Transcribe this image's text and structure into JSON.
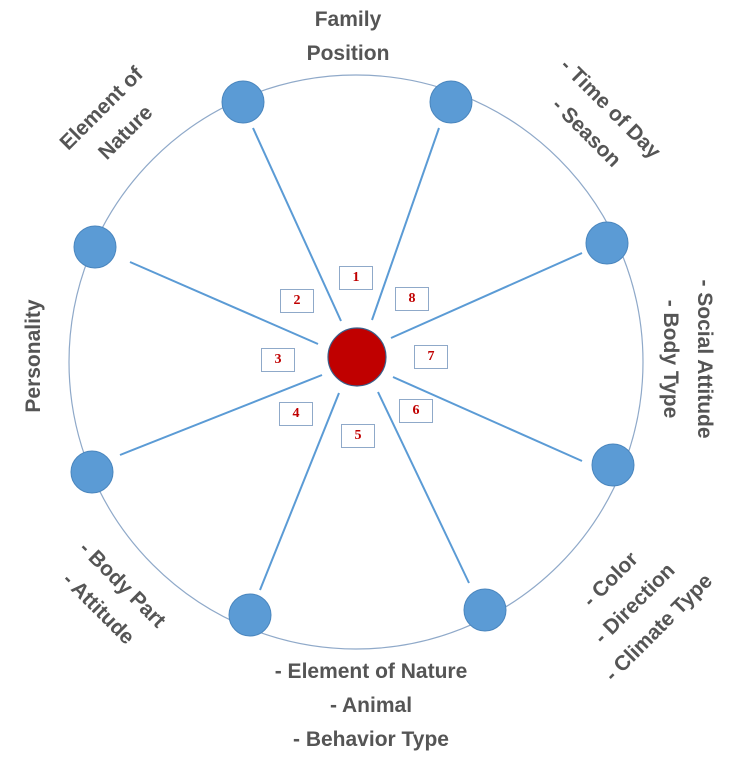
{
  "colors": {
    "ring": "#8fa9c9",
    "spoke": "#5b9bd5",
    "node": "#5b9bd5",
    "node_border": "#4a86be",
    "center": "#c00000",
    "center_border": "#3a5f8a",
    "label_text": "#555555",
    "number_text": "#c00000"
  },
  "spokes": [
    {
      "number": "1"
    },
    {
      "number": "2"
    },
    {
      "number": "3"
    },
    {
      "number": "4"
    },
    {
      "number": "5"
    },
    {
      "number": "6"
    },
    {
      "number": "7"
    },
    {
      "number": "8"
    }
  ],
  "labels": {
    "family_position": [
      "Family",
      "Position"
    ],
    "element_of_nature": [
      "Element of",
      "Nature"
    ],
    "time_of_day": [
      "- Time of Day",
      "- Season"
    ],
    "personality": [
      "Personality"
    ],
    "social_attitude": [
      "- Social Attitude",
      "- Body Type"
    ],
    "body_part": [
      "- Body Part",
      "- Attitude"
    ],
    "color_direction": [
      "- Color",
      "- Direction",
      "- Climate Type"
    ],
    "element_animal": [
      "- Element of Nature",
      "- Animal",
      "- Behavior Type"
    ]
  }
}
